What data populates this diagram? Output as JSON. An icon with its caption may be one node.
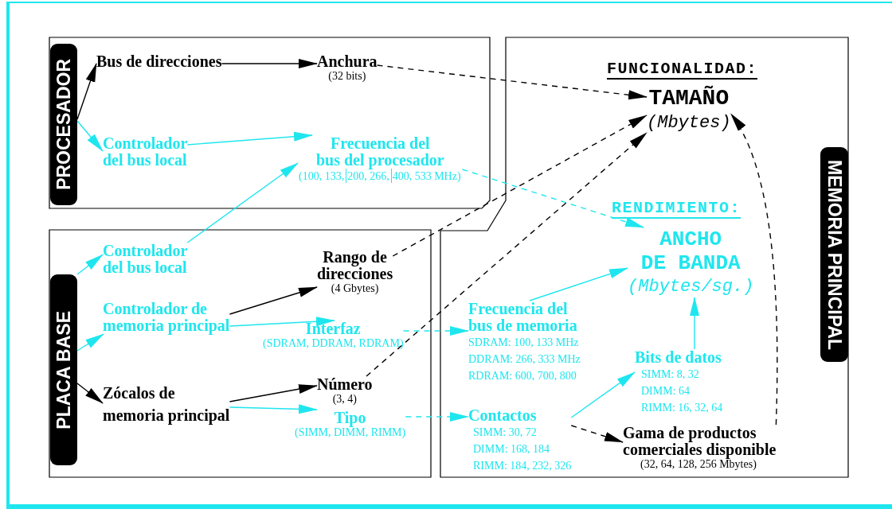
{
  "diagram": {
    "nodes": [
      {
        "text": [],
        "shape": "box"
      },
      {
        "text": [
          "PROCESADOR"
        ],
        "in": 0
      },
      {
        "text": [
          "Bus de direcciones"
        ],
        "in": 0
      },
      {
        "text": [
          "Anchura",
          "(32 bits)"
        ],
        "in": 0
      },
      {
        "text": [
          "Controlador del bus local"
        ],
        "in": 0
      },
      {
        "text": [
          "Frecuencia del bus del procesador",
          "(100, 133,",
          "200, 266,",
          "400, 533 MHz)"
        ],
        "in": 0
      },
      {
        "text": [],
        "shape": "box"
      },
      {
        "text": [
          "PLACA BASE"
        ],
        "in": 6
      },
      {
        "text": [
          "Controlador del bus local"
        ],
        "in": 6
      },
      {
        "text": [
          "Controlador de memoria principal"
        ],
        "in": 6
      },
      {
        "text": [
          "Zócalos de memoria principal"
        ],
        "in": 6
      },
      {
        "text": [
          "Rango de direcciones",
          "(4 Gbytes)"
        ],
        "in": 6
      },
      {
        "text": [
          "Interfaz",
          "(SDRAM, DDRAM, RDRAM)"
        ],
        "in": 6
      },
      {
        "text": [
          "Número",
          "(3, 4)"
        ],
        "in": 6
      },
      {
        "text": [
          "Tipo",
          "(SIMM, DIMM, RIMM)"
        ],
        "in": 6
      },
      {
        "text": [],
        "shape": "box"
      },
      {
        "text": [
          "MEMORIA PRINCIPAL"
        ],
        "in": 15
      },
      {
        "text": [
          "TAMAÑO",
          "(Mbytes)"
        ],
        "in": 15
      },
      {
        "text": [
          "ANCHO DE BANDA",
          "(Mbytes/sg.)"
        ],
        "in": 15
      },
      {
        "text": [
          "Frecuencia del bus de memoria",
          "SDRAM: 100, 133 MHz",
          "DDRAM: 266, 333 MHz",
          "RDRAM: 600, 700, 800"
        ],
        "in": 15
      },
      {
        "text": [
          "Bits de datos",
          "SIMM: 8, 32",
          "DIMM: 64",
          "RIMM: 16, 32, 64"
        ],
        "in": 15
      },
      {
        "text": [
          "Contactos",
          "SIMM: 30, 72",
          "DIMM: 168, 184",
          "RIMM: 184, 232, 326"
        ],
        "in": 15
      },
      {
        "text": [
          "Gama de productos comerciales disponible",
          "(32, 64, 128, 256 Mbytes)"
        ],
        "in": 15
      }
    ],
    "edges": [
      {
        "from": 1,
        "to": 2,
        "arrow": "to",
        "color": "#000000"
      },
      {
        "from": 1,
        "to": 4,
        "arrow": "to"
      },
      {
        "from": 2,
        "to": 3,
        "arrow": "to",
        "color": "#000000"
      },
      {
        "from": 4,
        "to": 5,
        "arrow": "to"
      },
      {
        "from": 3,
        "to": 17,
        "arrow": "to",
        "style": "dashed",
        "color": "#000000"
      },
      {
        "from": 5,
        "to": 18,
        "arrow": "to",
        "style": "dashed"
      },
      {
        "from": 7,
        "to": 8,
        "arrow": "to"
      },
      {
        "from": 7,
        "to": 9,
        "arrow": "to"
      },
      {
        "from": 7,
        "to": 10,
        "arrow": "to",
        "color": "#000000"
      },
      {
        "from": 8,
        "to": 5,
        "arrow": "to"
      },
      {
        "from": 9,
        "to": 11,
        "arrow": "to",
        "color": "#000000"
      },
      {
        "from": 9,
        "to": 12,
        "arrow": "to"
      },
      {
        "from": 10,
        "to": 13,
        "arrow": "to",
        "color": "#000000"
      },
      {
        "from": 10,
        "to": 14,
        "arrow": "to"
      },
      {
        "from": 11,
        "to": 17,
        "arrow": "to",
        "style": "dashed",
        "color": "#000000"
      },
      {
        "from": 13,
        "to": 17,
        "arrow": "to",
        "style": "dashed",
        "color": "#000000"
      },
      {
        "from": 12,
        "to": 19,
        "arrow": "to",
        "style": "dashed"
      },
      {
        "from": 14,
        "to": 21,
        "arrow": "to",
        "style": "dashed"
      },
      {
        "from": 19,
        "to": 18,
        "arrow": "to"
      },
      {
        "from": 21,
        "to": 20,
        "arrow": "to"
      },
      {
        "from": 20,
        "to": 18,
        "arrow": "to"
      },
      {
        "from": 21,
        "to": 22,
        "arrow": "to",
        "style": "dashed",
        "color": "#000000"
      },
      {
        "from": 22,
        "to": 17,
        "arrow": "to",
        "style": "dashed",
        "color": "#000000"
      }
    ],
    "labels": [
      "FUNCIONALIDAD:",
      "RENDIMIENTO:"
    ]
  }
}
